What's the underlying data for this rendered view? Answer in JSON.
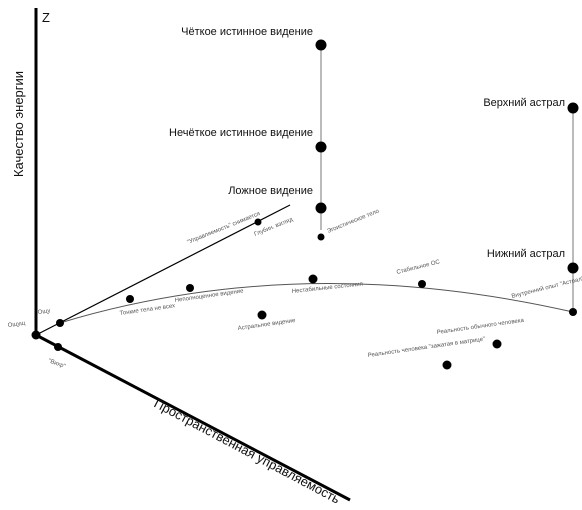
{
  "axes": {
    "z_letter": "Z",
    "vertical_title": "Качество энергии",
    "horizontal_title": "Пространственная управляемость"
  },
  "vertical_labels": {
    "clear_true_vision": "Чёткое истинное видение",
    "unclear_true_vision": "Нечёткое истинное видение",
    "false_vision": "Ложное видение",
    "upper_astral": "Верхний астрал",
    "lower_astral": "Нижний астрал"
  },
  "small_labels": {
    "origin_left": "Ощущ",
    "origin_near": "Ощу",
    "front_near": "\"Вихр\"",
    "back_axis": "\"Управляемость\" снимается",
    "back_point_1": "Глубин. взгляд",
    "back_point_2": "Эгоистическое тело",
    "curve_1": "Тонкие тела не всех",
    "curve_2": "Неполноценное видение",
    "curve_3": "Нестабильные состояния",
    "curve_4": "Стабильное ОС",
    "curve_5": "Внутренний опыт \"Астрал\"",
    "mid_point": "Астральное видение",
    "right_1": "Реальность обычного человека",
    "right_2": "Реальность человека \"зажатая в матрице\""
  }
}
